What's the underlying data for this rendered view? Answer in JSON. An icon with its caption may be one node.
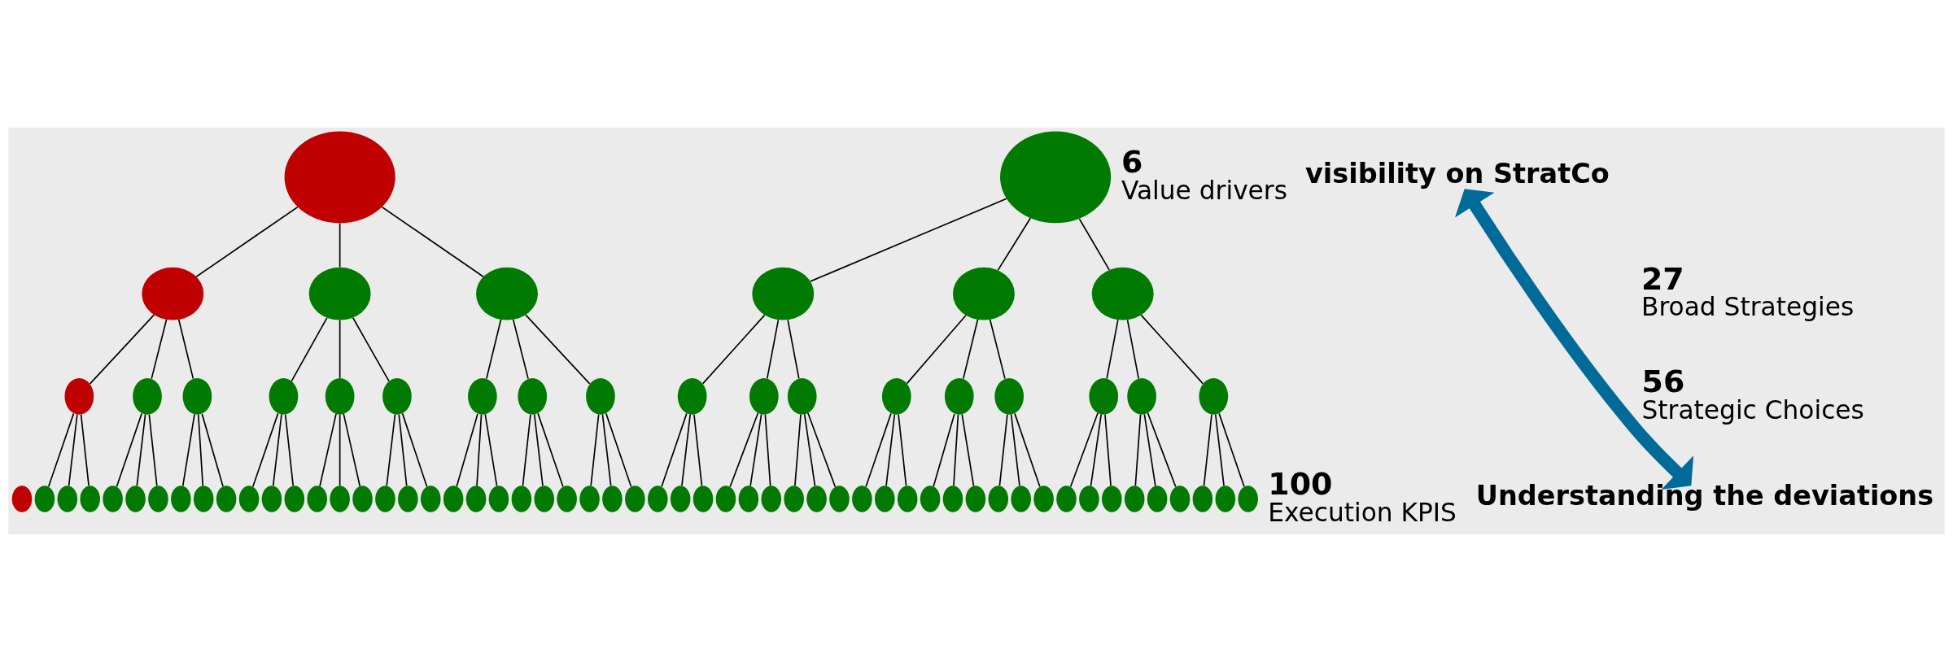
{
  "diagram": {
    "nodes": [
      {
        "text": [],
        "shape": "circle"
      },
      {
        "text": [],
        "shape": "circle"
      },
      {
        "text": [],
        "shape": "circle"
      },
      {
        "text": [],
        "shape": "circle"
      },
      {
        "text": [],
        "shape": "circle"
      },
      {
        "text": [],
        "shape": "circle"
      },
      {
        "text": [],
        "shape": "circle"
      },
      {
        "text": [],
        "shape": "circle"
      },
      {
        "text": [],
        "shape": "circle"
      },
      {
        "text": [],
        "shape": "circle"
      },
      {
        "text": [],
        "shape": "circle"
      },
      {
        "text": [],
        "shape": "circle"
      },
      {
        "text": [],
        "shape": "circle"
      },
      {
        "text": [],
        "shape": "circle"
      },
      {
        "text": [],
        "shape": "circle"
      },
      {
        "text": [],
        "shape": "circle"
      },
      {
        "text": [],
        "shape": "circle"
      },
      {
        "text": [],
        "shape": "circle"
      },
      {
        "text": [],
        "shape": "circle"
      },
      {
        "text": [],
        "shape": "circle"
      },
      {
        "text": [],
        "shape": "circle"
      },
      {
        "text": [],
        "shape": "circle"
      },
      {
        "text": [],
        "shape": "circle"
      },
      {
        "text": [],
        "shape": "circle"
      },
      {
        "text": [],
        "shape": "circle"
      },
      {
        "text": [],
        "shape": "circle"
      },
      {
        "text": [],
        "shape": "circle"
      },
      {
        "text": [],
        "shape": "circle"
      },
      {
        "text": [],
        "shape": "circle"
      },
      {
        "text": [],
        "shape": "circle"
      },
      {
        "text": [],
        "shape": "circle"
      },
      {
        "text": [],
        "shape": "circle"
      },
      {
        "text": [],
        "shape": "circle"
      },
      {
        "text": [],
        "shape": "circle"
      },
      {
        "text": [],
        "shape": "circle"
      },
      {
        "text": [],
        "shape": "circle"
      },
      {
        "text": [],
        "shape": "circle"
      },
      {
        "text": [],
        "shape": "circle"
      },
      {
        "text": [],
        "shape": "circle"
      },
      {
        "text": [],
        "shape": "circle"
      },
      {
        "text": [],
        "shape": "circle"
      },
      {
        "text": [],
        "shape": "circle"
      },
      {
        "text": [],
        "shape": "circle"
      },
      {
        "text": [],
        "shape": "circle"
      },
      {
        "text": [],
        "shape": "circle"
      },
      {
        "text": [],
        "shape": "circle"
      },
      {
        "text": [],
        "shape": "circle"
      },
      {
        "text": [],
        "shape": "circle"
      },
      {
        "text": [],
        "shape": "circle"
      },
      {
        "text": [],
        "shape": "circle"
      },
      {
        "text": [],
        "shape": "circle"
      },
      {
        "text": [],
        "shape": "circle"
      },
      {
        "text": [],
        "shape": "circle"
      },
      {
        "text": [],
        "shape": "circle"
      },
      {
        "text": [],
        "shape": "circle"
      },
      {
        "text": [],
        "shape": "circle"
      },
      {
        "text": [],
        "shape": "circle"
      },
      {
        "text": [],
        "shape": "circle"
      },
      {
        "text": [],
        "shape": "circle"
      },
      {
        "text": [],
        "shape": "circle"
      },
      {
        "text": [],
        "shape": "circle"
      },
      {
        "text": [],
        "shape": "circle"
      },
      {
        "text": [],
        "shape": "circle"
      },
      {
        "text": [],
        "shape": "circle"
      },
      {
        "text": [],
        "shape": "circle"
      },
      {
        "text": [],
        "shape": "circle"
      },
      {
        "text": [],
        "shape": "circle"
      },
      {
        "text": [],
        "shape": "circle"
      },
      {
        "text": [],
        "shape": "circle"
      },
      {
        "text": [],
        "shape": "circle"
      },
      {
        "text": [],
        "shape": "circle"
      },
      {
        "text": [],
        "shape": "circle"
      },
      {
        "text": [],
        "shape": "circle"
      },
      {
        "text": [],
        "shape": "circle"
      },
      {
        "text": [],
        "shape": "circle"
      },
      {
        "text": [],
        "shape": "circle"
      },
      {
        "text": [],
        "shape": "circle"
      },
      {
        "text": [],
        "shape": "circle"
      },
      {
        "text": [],
        "shape": "circle"
      },
      {
        "text": [],
        "shape": "circle"
      },
      {
        "text": [],
        "shape": "circle"
      },
      {
        "text": [
          "visibility on StratCo"
        ]
      },
      {
        "text": [
          "Understanding the deviations"
        ]
      }
    ],
    "edges": [
      {
        "from": 0,
        "to": 2,
        "arrow": "none"
      },
      {
        "from": 0,
        "to": 3,
        "arrow": "none"
      },
      {
        "from": 0,
        "to": 4,
        "arrow": "none"
      },
      {
        "from": 1,
        "to": 5,
        "arrow": "none"
      },
      {
        "from": 1,
        "to": 6,
        "arrow": "none"
      },
      {
        "from": 1,
        "to": 7,
        "arrow": "none"
      },
      {
        "from": 2,
        "to": 8,
        "arrow": "none"
      },
      {
        "from": 2,
        "to": 9,
        "arrow": "none"
      },
      {
        "from": 2,
        "to": 10,
        "arrow": "none"
      },
      {
        "from": 3,
        "to": 11,
        "arrow": "none"
      },
      {
        "from": 3,
        "to": 12,
        "arrow": "none"
      },
      {
        "from": 3,
        "to": 13,
        "arrow": "none"
      },
      {
        "from": 4,
        "to": 14,
        "arrow": "none"
      },
      {
        "from": 4,
        "to": 15,
        "arrow": "none"
      },
      {
        "from": 4,
        "to": 16,
        "arrow": "none"
      },
      {
        "from": 5,
        "to": 17,
        "arrow": "none"
      },
      {
        "from": 5,
        "to": 18,
        "arrow": "none"
      },
      {
        "from": 5,
        "to": 19,
        "arrow": "none"
      },
      {
        "from": 6,
        "to": 20,
        "arrow": "none"
      },
      {
        "from": 6,
        "to": 21,
        "arrow": "none"
      },
      {
        "from": 6,
        "to": 22,
        "arrow": "none"
      },
      {
        "from": 7,
        "to": 23,
        "arrow": "none"
      },
      {
        "from": 7,
        "to": 24,
        "arrow": "none"
      },
      {
        "from": 7,
        "to": 25,
        "arrow": "none"
      },
      {
        "from": 8,
        "to": 27,
        "arrow": "none"
      },
      {
        "from": 8,
        "to": 28,
        "arrow": "none"
      },
      {
        "from": 8,
        "to": 29,
        "arrow": "none"
      },
      {
        "from": 9,
        "to": 30,
        "arrow": "none"
      },
      {
        "from": 9,
        "to": 31,
        "arrow": "none"
      },
      {
        "from": 9,
        "to": 32,
        "arrow": "none"
      },
      {
        "from": 10,
        "to": 33,
        "arrow": "none"
      },
      {
        "from": 10,
        "to": 34,
        "arrow": "none"
      },
      {
        "from": 10,
        "to": 35,
        "arrow": "none"
      },
      {
        "from": 11,
        "to": 36,
        "arrow": "none"
      },
      {
        "from": 11,
        "to": 37,
        "arrow": "none"
      },
      {
        "from": 11,
        "to": 38,
        "arrow": "none"
      },
      {
        "from": 12,
        "to": 39,
        "arrow": "none"
      },
      {
        "from": 12,
        "to": 40,
        "arrow": "none"
      },
      {
        "from": 12,
        "to": 41,
        "arrow": "none"
      },
      {
        "from": 13,
        "to": 42,
        "arrow": "none"
      },
      {
        "from": 13,
        "to": 43,
        "arrow": "none"
      },
      {
        "from": 13,
        "to": 44,
        "arrow": "none"
      },
      {
        "from": 14,
        "to": 45,
        "arrow": "none"
      },
      {
        "from": 14,
        "to": 46,
        "arrow": "none"
      },
      {
        "from": 14,
        "to": 47,
        "arrow": "none"
      },
      {
        "from": 15,
        "to": 48,
        "arrow": "none"
      },
      {
        "from": 15,
        "to": 49,
        "arrow": "none"
      },
      {
        "from": 15,
        "to": 50,
        "arrow": "none"
      },
      {
        "from": 16,
        "to": 51,
        "arrow": "none"
      },
      {
        "from": 16,
        "to": 52,
        "arrow": "none"
      },
      {
        "from": 16,
        "to": 53,
        "arrow": "none"
      },
      {
        "from": 17,
        "to": 54,
        "arrow": "none"
      },
      {
        "from": 17,
        "to": 55,
        "arrow": "none"
      },
      {
        "from": 17,
        "to": 56,
        "arrow": "none"
      },
      {
        "from": 18,
        "to": 57,
        "arrow": "none"
      },
      {
        "from": 18,
        "to": 58,
        "arrow": "none"
      },
      {
        "from": 18,
        "to": 59,
        "arrow": "none"
      },
      {
        "from": 19,
        "to": 60,
        "arrow": "none"
      },
      {
        "from": 19,
        "to": 61,
        "arrow": "none"
      },
      {
        "from": 19,
        "to": 62,
        "arrow": "none"
      },
      {
        "from": 20,
        "to": 63,
        "arrow": "none"
      },
      {
        "from": 20,
        "to": 64,
        "arrow": "none"
      },
      {
        "from": 20,
        "to": 65,
        "arrow": "none"
      },
      {
        "from": 21,
        "to": 66,
        "arrow": "none"
      },
      {
        "from": 21,
        "to": 67,
        "arrow": "none"
      },
      {
        "from": 21,
        "to": 68,
        "arrow": "none"
      },
      {
        "from": 22,
        "to": 69,
        "arrow": "none"
      },
      {
        "from": 22,
        "to": 70,
        "arrow": "none"
      },
      {
        "from": 22,
        "to": 71,
        "arrow": "none"
      },
      {
        "from": 23,
        "to": 72,
        "arrow": "none"
      },
      {
        "from": 23,
        "to": 73,
        "arrow": "none"
      },
      {
        "from": 23,
        "to": 74,
        "arrow": "none"
      },
      {
        "from": 24,
        "to": 75,
        "arrow": "none"
      },
      {
        "from": 24,
        "to": 76,
        "arrow": "none"
      },
      {
        "from": 24,
        "to": 77,
        "arrow": "none"
      },
      {
        "from": 25,
        "to": 78,
        "arrow": "none"
      },
      {
        "from": 25,
        "to": 79,
        "arrow": "none"
      },
      {
        "from": 25,
        "to": 80,
        "arrow": "none"
      },
      {
        "from": 81,
        "to": 82,
        "arrow": "both",
        "style": "thick",
        "color": "#006a99"
      }
    ],
    "labels": [
      "6",
      "Value drivers",
      "27",
      "Broad Strategies",
      "56",
      "Strategic Choices",
      "100",
      "Execution KPIS"
    ]
  }
}
